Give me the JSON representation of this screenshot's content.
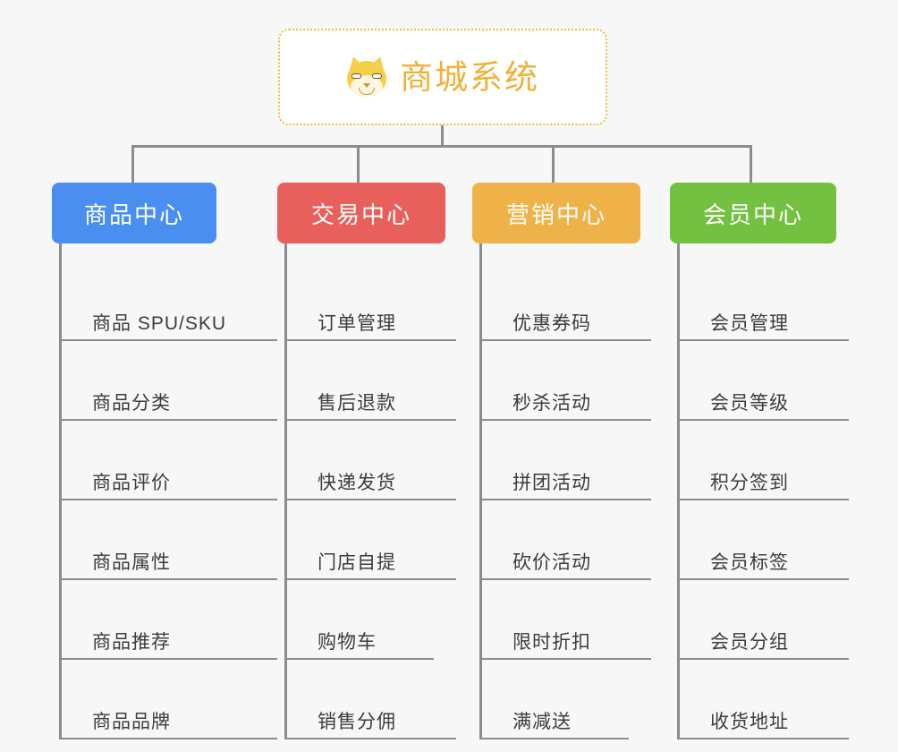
{
  "root": {
    "icon": "shiba-inu-icon",
    "title": "商城系统"
  },
  "colors": {
    "background": "#f7f7f7",
    "root_border": "#f0b93e",
    "root_text": "#f0b13a",
    "connector": "#8c8c8c",
    "leaf_text": "#3c3c3c",
    "product_center": "#4a8ef0",
    "trade_center": "#e8605c",
    "marketing_center": "#eeb248",
    "member_center": "#74c041"
  },
  "columns": [
    {
      "key": "product-center",
      "label": "商品中心",
      "color": "#4a8ef0",
      "leaves": [
        {
          "label": "商品 SPU/SKU"
        },
        {
          "label": "商品分类"
        },
        {
          "label": "商品评价"
        },
        {
          "label": "商品属性"
        },
        {
          "label": "商品推荐"
        },
        {
          "label": "商品品牌"
        }
      ]
    },
    {
      "key": "trade-center",
      "label": "交易中心",
      "color": "#e8605c",
      "leaves": [
        {
          "label": "订单管理"
        },
        {
          "label": "售后退款"
        },
        {
          "label": "快递发货"
        },
        {
          "label": "门店自提"
        },
        {
          "label": "购物车"
        },
        {
          "label": "销售分佣"
        }
      ]
    },
    {
      "key": "marketing-center",
      "label": "营销中心",
      "color": "#eeb248",
      "leaves": [
        {
          "label": "优惠券码"
        },
        {
          "label": "秒杀活动"
        },
        {
          "label": "拼团活动"
        },
        {
          "label": "砍价活动"
        },
        {
          "label": "限时折扣"
        },
        {
          "label": "满减送"
        }
      ]
    },
    {
      "key": "member-center",
      "label": "会员中心",
      "color": "#74c041",
      "leaves": [
        {
          "label": "会员管理"
        },
        {
          "label": "会员等级"
        },
        {
          "label": "积分签到"
        },
        {
          "label": "会员标签"
        },
        {
          "label": "会员分组"
        },
        {
          "label": "收货地址"
        }
      ]
    }
  ]
}
